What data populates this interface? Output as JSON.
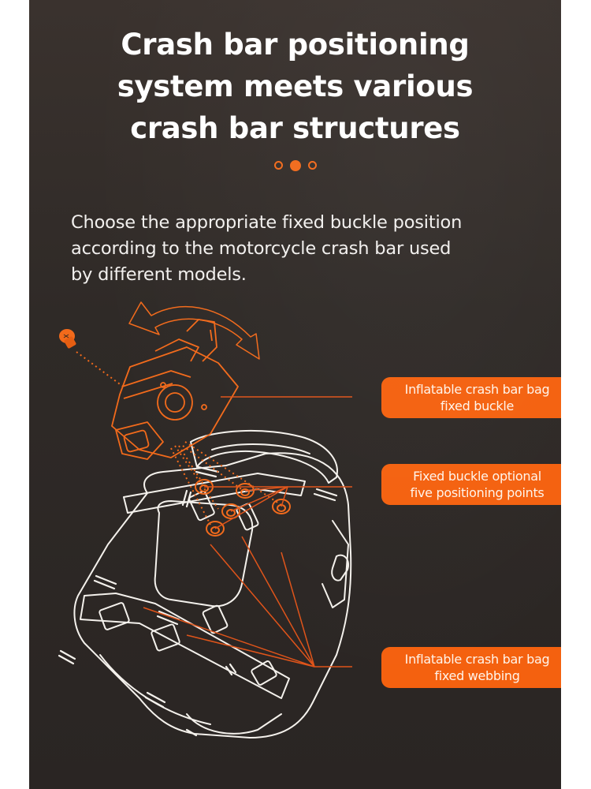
{
  "title": {
    "lines": [
      "Crash bar positioning",
      "system meets various",
      "crash bar structures"
    ]
  },
  "pagination": {
    "count": 3,
    "active_index": 1,
    "color": "#f26a1b"
  },
  "description": {
    "lines": [
      "Choose the appropriate fixed buckle position",
      "according to the motorcycle crash bar used",
      "by different models."
    ]
  },
  "callouts": [
    {
      "lines": [
        "Inflatable crash bar bag",
        "fixed buckle"
      ]
    },
    {
      "lines": [
        "Fixed buckle optional",
        "five positioning points"
      ]
    },
    {
      "lines": [
        "Inflatable crash bar bag",
        "fixed webbing"
      ]
    }
  ],
  "illustration": {
    "subject": "inflatable crash bar bag with fixed buckle",
    "icons": [
      "rotation-arrow-icon",
      "screw-icon",
      "buckle-icon",
      "bag-outline-icon",
      "positioning-point-icon"
    ],
    "positioning_points": 5,
    "accent_color": "#f26a1b",
    "line_color": "#f4f1ec"
  }
}
